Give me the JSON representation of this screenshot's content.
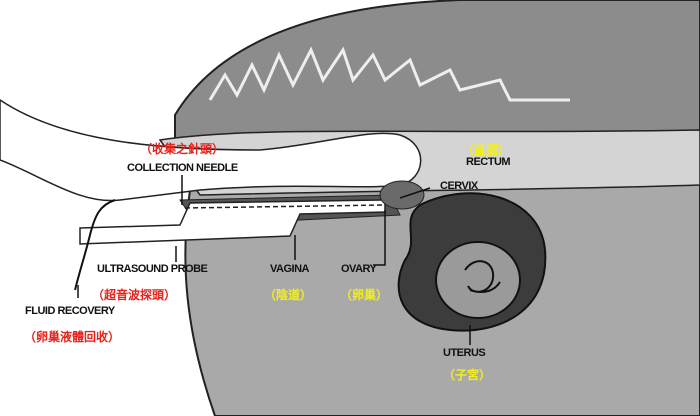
{
  "labels": {
    "collection_needle": {
      "en": "COLLECTION NEEDLE",
      "zh": "（收集之針頭）"
    },
    "rectum": {
      "en": "RECTUM",
      "zh": "（直腸）"
    },
    "cervix": {
      "en": "CERVIX"
    },
    "ultrasound_probe": {
      "en": "ULTRASOUND PROBE",
      "zh": "（超音波探頭）"
    },
    "vagina": {
      "en": "VAGINA",
      "zh": "（陰道）"
    },
    "ovary": {
      "en": "OVARY",
      "zh": "（卵巢）"
    },
    "fluid_recovery": {
      "en": "FLUID RECOVERY",
      "zh": "（卵巢液體回收）"
    },
    "uterus": {
      "en": "UTERUS",
      "zh": "（子宮）"
    }
  },
  "colors": {
    "body": "#a9a9a9",
    "spine": "#8c8c8c",
    "rectum": "#d4d4d4",
    "uterus": "#3c3c3c",
    "red": "#e8231c",
    "yellow": "#f2ef1a"
  }
}
